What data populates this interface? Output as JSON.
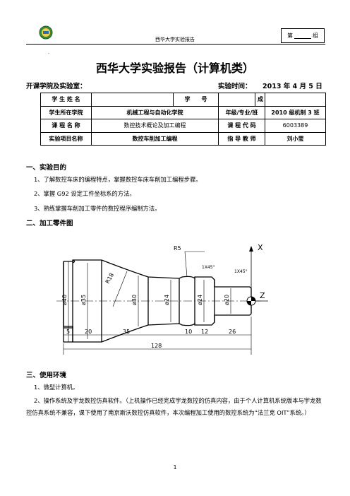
{
  "header": {
    "title": "西华大学实验报告",
    "group_prefix": "第",
    "group_suffix": "组"
  },
  "main_title": "西华大学实验报告（计算机类）",
  "info": {
    "college_label": "开课学院及实验室：",
    "time_label": "实验时间：",
    "time_value": "2013 年 4 月 5 日"
  },
  "table": {
    "student_name_label": "学 生 姓 名",
    "student_name_value": "",
    "student_no_label": "学　　号",
    "student_no_value": "",
    "score_label": "成　　绩",
    "score_value": "",
    "college_label": "学生所在学院",
    "college_value": "机械工程与自动化学院",
    "grade_label": "年级/专业/班",
    "grade_value": "2010 级机制 3 班",
    "course_label": "课 程 名 称",
    "course_value": "数控技术概论及加工编程",
    "course_code_label": "课 程 代 码",
    "course_code_value": "6003389",
    "project_label": "实验项目名称",
    "project_value": "数控车削加工编程",
    "teacher_label": "指 导 教 师",
    "teacher_value": "刘小莹"
  },
  "sections": {
    "s1_title": "一、实验目的",
    "s1_items": [
      "1、了解数控车床的编程特点，掌握数控车床车削加工编程步骤。",
      "2、掌握 G92 设定工件坐标系的方法。",
      "3、熟练掌握车削加工零件的数控程序编制方法。"
    ],
    "s2_title": "二、加工零件图",
    "s3_title": "三、使用环境",
    "s3_item1": "1、微型计算机。",
    "s3_item2": "2、操作系统及宇龙数控仿真软件。（上机操作已经完成宇龙数控的仿真内容，由于个人计算机系统版本与宇龙数控仿真系统不兼容，课下使用了南京斯沃数控仿真软件，本次编程加工使用的数控系统为“法兰克 OIT”系统。）"
  },
  "drawing": {
    "labels": {
      "x_axis": "X",
      "z_axis": "Z",
      "r5": "R5",
      "r18": "R18",
      "chamfer1": "1X45°",
      "chamfer2": "1X45°"
    },
    "diameters": [
      "ø40",
      "ø35",
      "ø30",
      "ø24",
      "ø24",
      "ø20"
    ],
    "segments": [
      "5",
      "20",
      "35",
      "10",
      "12",
      "26"
    ],
    "total_length": "128"
  },
  "page_number": "1"
}
